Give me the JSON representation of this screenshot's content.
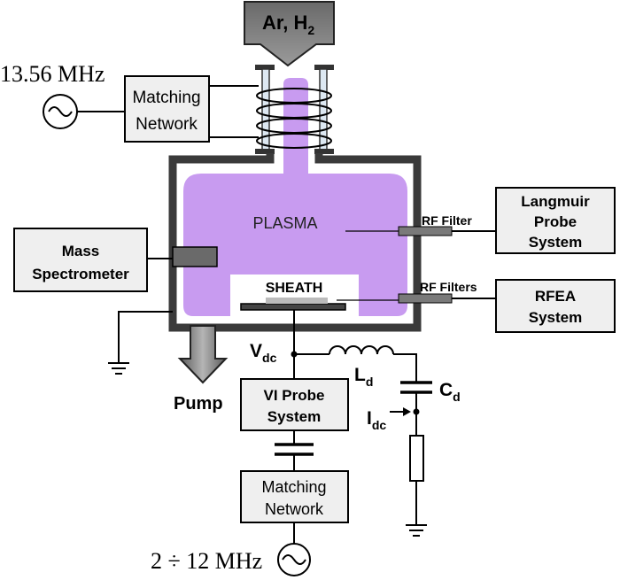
{
  "gas_inlet": {
    "label": "Ar, H",
    "subscript": "2"
  },
  "rf_source_top": {
    "frequency": "13.56 MHz"
  },
  "matching_network_top": {
    "line1": "Matching",
    "line2": "Network"
  },
  "plasma": {
    "label": "PLASMA"
  },
  "sheath": {
    "label": "SHEATH"
  },
  "mass_spectrometer": {
    "line1": "Mass",
    "line2": "Spectrometer"
  },
  "rf_filter": {
    "label": "RF Filter"
  },
  "rf_filters": {
    "label": "RF Filters"
  },
  "langmuir_probe": {
    "line1": "Langmuir",
    "line2": "Probe",
    "line3": "System"
  },
  "rfea": {
    "line1": "RFEA",
    "line2": "System"
  },
  "pump": {
    "label": "Pump"
  },
  "vdc": {
    "main": "V",
    "sub": "dc"
  },
  "ld": {
    "main": "L",
    "sub": "d"
  },
  "cd": {
    "main": "C",
    "sub": "d"
  },
  "idc": {
    "main": "I",
    "sub": "dc"
  },
  "vi_probe": {
    "line1": "VI Probe",
    "line2": "System"
  },
  "matching_network_bottom": {
    "line1": "Matching",
    "line2": "Network"
  },
  "rf_source_bottom": {
    "frequency": "2 ÷ 12 MHz"
  },
  "colors": {
    "plasma": "#c89bf0",
    "box_fill": "#efefef",
    "chamber_wall": "#3a3a3a",
    "arrow_gray": "#8a8a8a"
  }
}
